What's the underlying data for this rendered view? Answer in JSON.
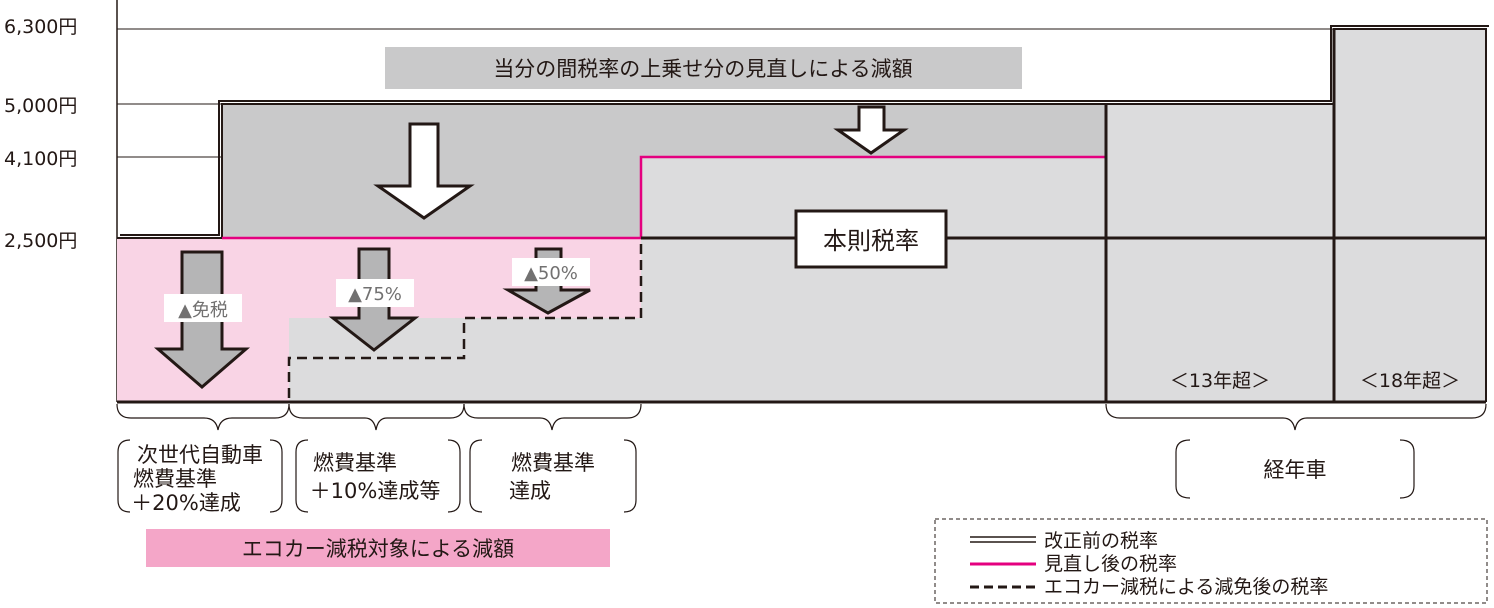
{
  "y_axis": {
    "labels": [
      "6,300円",
      "5,000円",
      "4,100円",
      "2,500円"
    ]
  },
  "banners": {
    "top": "当分の間税率の上乗せ分の見直しによる減額",
    "bottom": "エコカー減税対象による減額"
  },
  "center_label": "本則税率",
  "arrow_labels": {
    "exempt": "▲免税",
    "pct75": "▲75%",
    "pct50": "▲50%"
  },
  "age_labels": {
    "over13": "＜13年超＞",
    "over18": "＜18年超＞"
  },
  "categories": {
    "cat1": {
      "line1": "次世代自動車",
      "line2": "燃費基準",
      "line3": "＋20%達成"
    },
    "cat2": {
      "line1": "燃費基準",
      "line2": "＋10%達成等"
    },
    "cat3": {
      "line1": "燃費基準",
      "line2": "達成"
    },
    "cat4": {
      "line1": "経年車"
    }
  },
  "legend": {
    "before": "改正前の税率",
    "after": "見直し後の税率",
    "eco": "エコカー減税による減免後の税率"
  },
  "colors": {
    "accent_pink": "#e4007f",
    "pink_fill": "#f9d4e5",
    "pink_banner": "#f4a6c8",
    "gray_light": "#dcdcdd",
    "gray_mid": "#c9c9ca",
    "gray_dark": "#b5b5b6",
    "ink": "#231815"
  }
}
